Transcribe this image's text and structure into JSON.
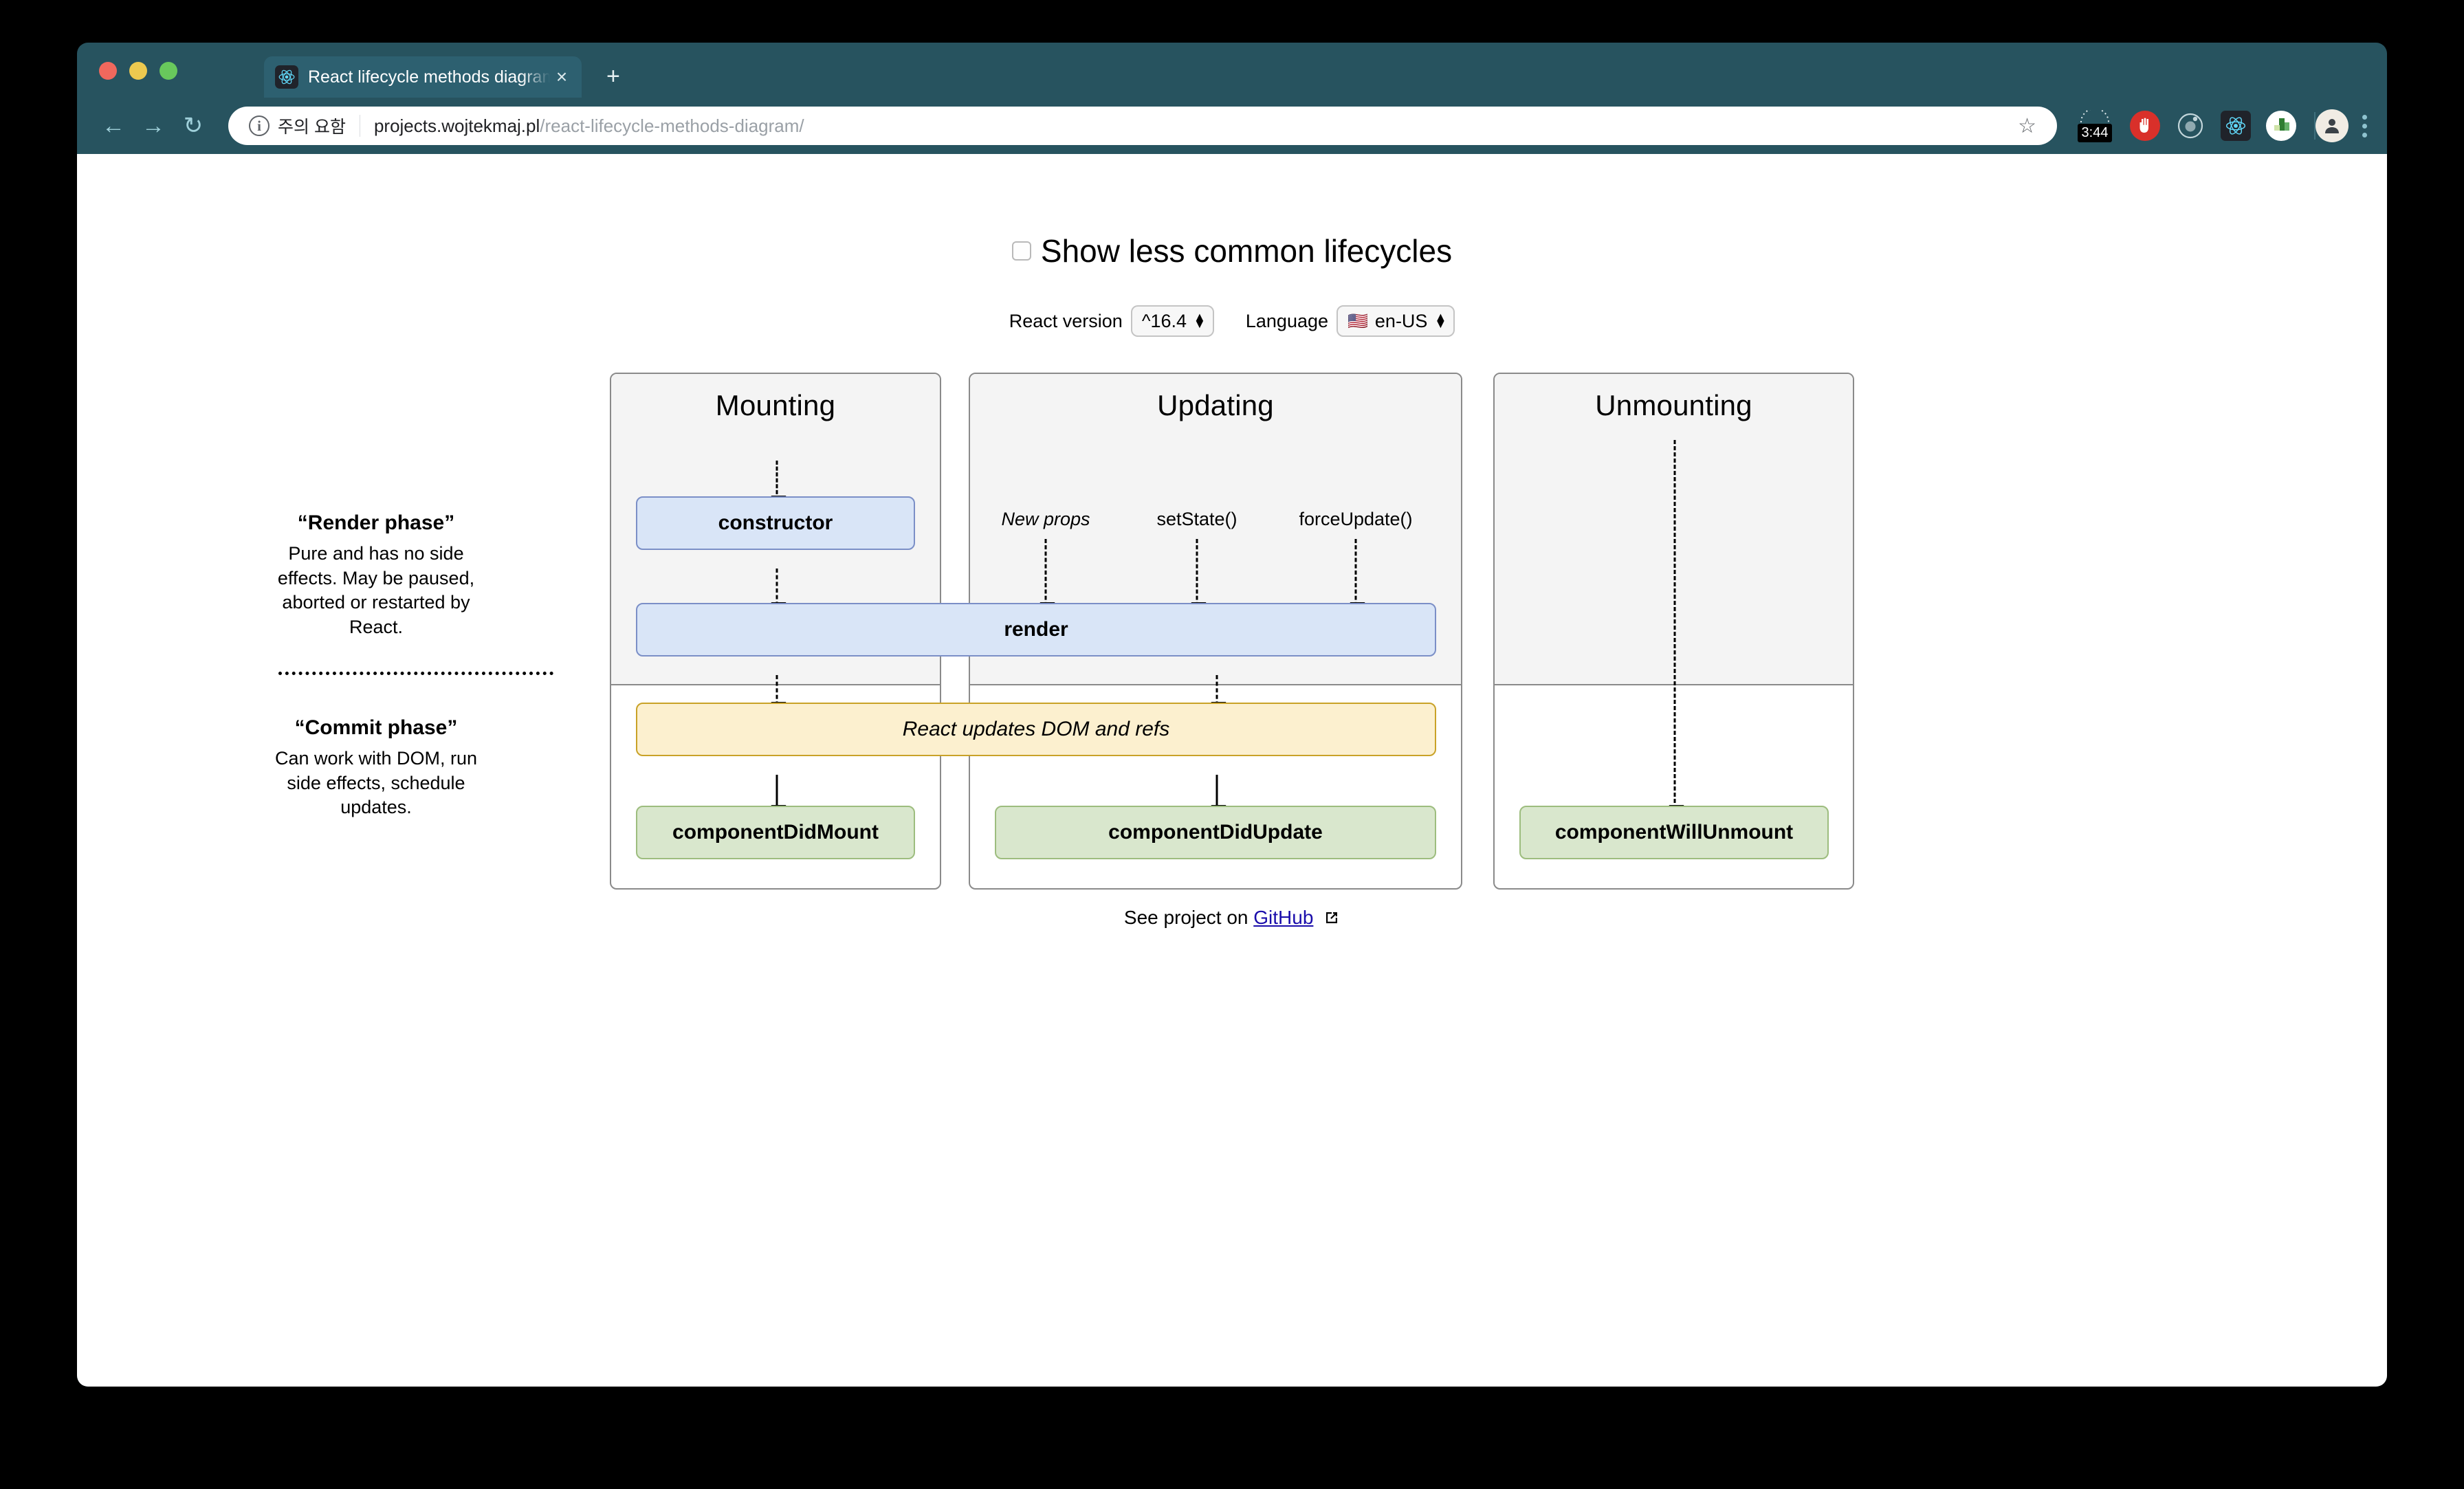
{
  "browser": {
    "traffic_lights": [
      "close",
      "minimize",
      "maximize"
    ],
    "tab": {
      "title": "React lifecycle methods diagram",
      "favicon": "react-icon",
      "close_label": "×"
    },
    "new_tab_label": "+",
    "nav": {
      "back": "←",
      "forward": "→",
      "reload": "↻"
    },
    "omnibox": {
      "security_icon": "info-icon",
      "security_label": "주의 요함",
      "url_host": "projects.wojtekmaj.pl",
      "url_path": "/react-lifecycle-methods-diagram/",
      "bookmark_icon": "☆"
    },
    "extensions": [
      {
        "name": "timer-extension",
        "badge": "3:44"
      },
      {
        "name": "adblock-extension",
        "glyph": "✋"
      },
      {
        "name": "orbit-extension",
        "glyph": "◎"
      },
      {
        "name": "react-devtools-extension",
        "glyph": "⚛"
      },
      {
        "name": "blocks-extension",
        "glyph": "🟩"
      }
    ],
    "avatar_glyph": "👤",
    "menu_label": "⋮"
  },
  "page": {
    "show_less_common": {
      "label": "Show less common lifecycles",
      "checked": false
    },
    "controls": [
      {
        "label": "React version",
        "value": "^16.4",
        "flag": ""
      },
      {
        "label": "Language",
        "value": "en-US",
        "flag": "🇺🇸"
      }
    ],
    "phase_notes": [
      {
        "title": "“Render phase”",
        "body": "Pure and has no side effects. May be paused, aborted or restarted by React."
      },
      {
        "title": "“Commit phase”",
        "body": "Can work with DOM, run side effects, schedule updates."
      }
    ],
    "columns": [
      {
        "name": "mounting",
        "title": "Mounting"
      },
      {
        "name": "updating",
        "title": "Updating"
      },
      {
        "name": "unmounting",
        "title": "Unmounting"
      }
    ],
    "triggers": [
      {
        "label": "New props",
        "italic": true
      },
      {
        "label": "setState()",
        "italic": false
      },
      {
        "label": "forceUpdate()",
        "italic": false
      }
    ],
    "boxes": {
      "constructor": "constructor",
      "render": "render",
      "react_updates": "React updates DOM and refs",
      "component_did_mount": "componentDidMount",
      "component_did_update": "componentDidUpdate",
      "component_will_unmount": "componentWillUnmount"
    },
    "footer": {
      "prefix": "See project on ",
      "link_text": "GitHub",
      "external_icon": "↗"
    }
  },
  "colors": {
    "window_frame": "#27535f",
    "tab_active": "#2d6070",
    "box_blue_fill": "#d9e5f7",
    "box_blue_border": "#7b8fc7",
    "box_green_fill": "#d9e7cd",
    "box_green_border": "#9dbd7e",
    "box_yellow_fill": "#fcf0cf",
    "box_yellow_border": "#c9a227",
    "render_zone_fill": "#f4f4f4",
    "link": "#1a0dab"
  }
}
